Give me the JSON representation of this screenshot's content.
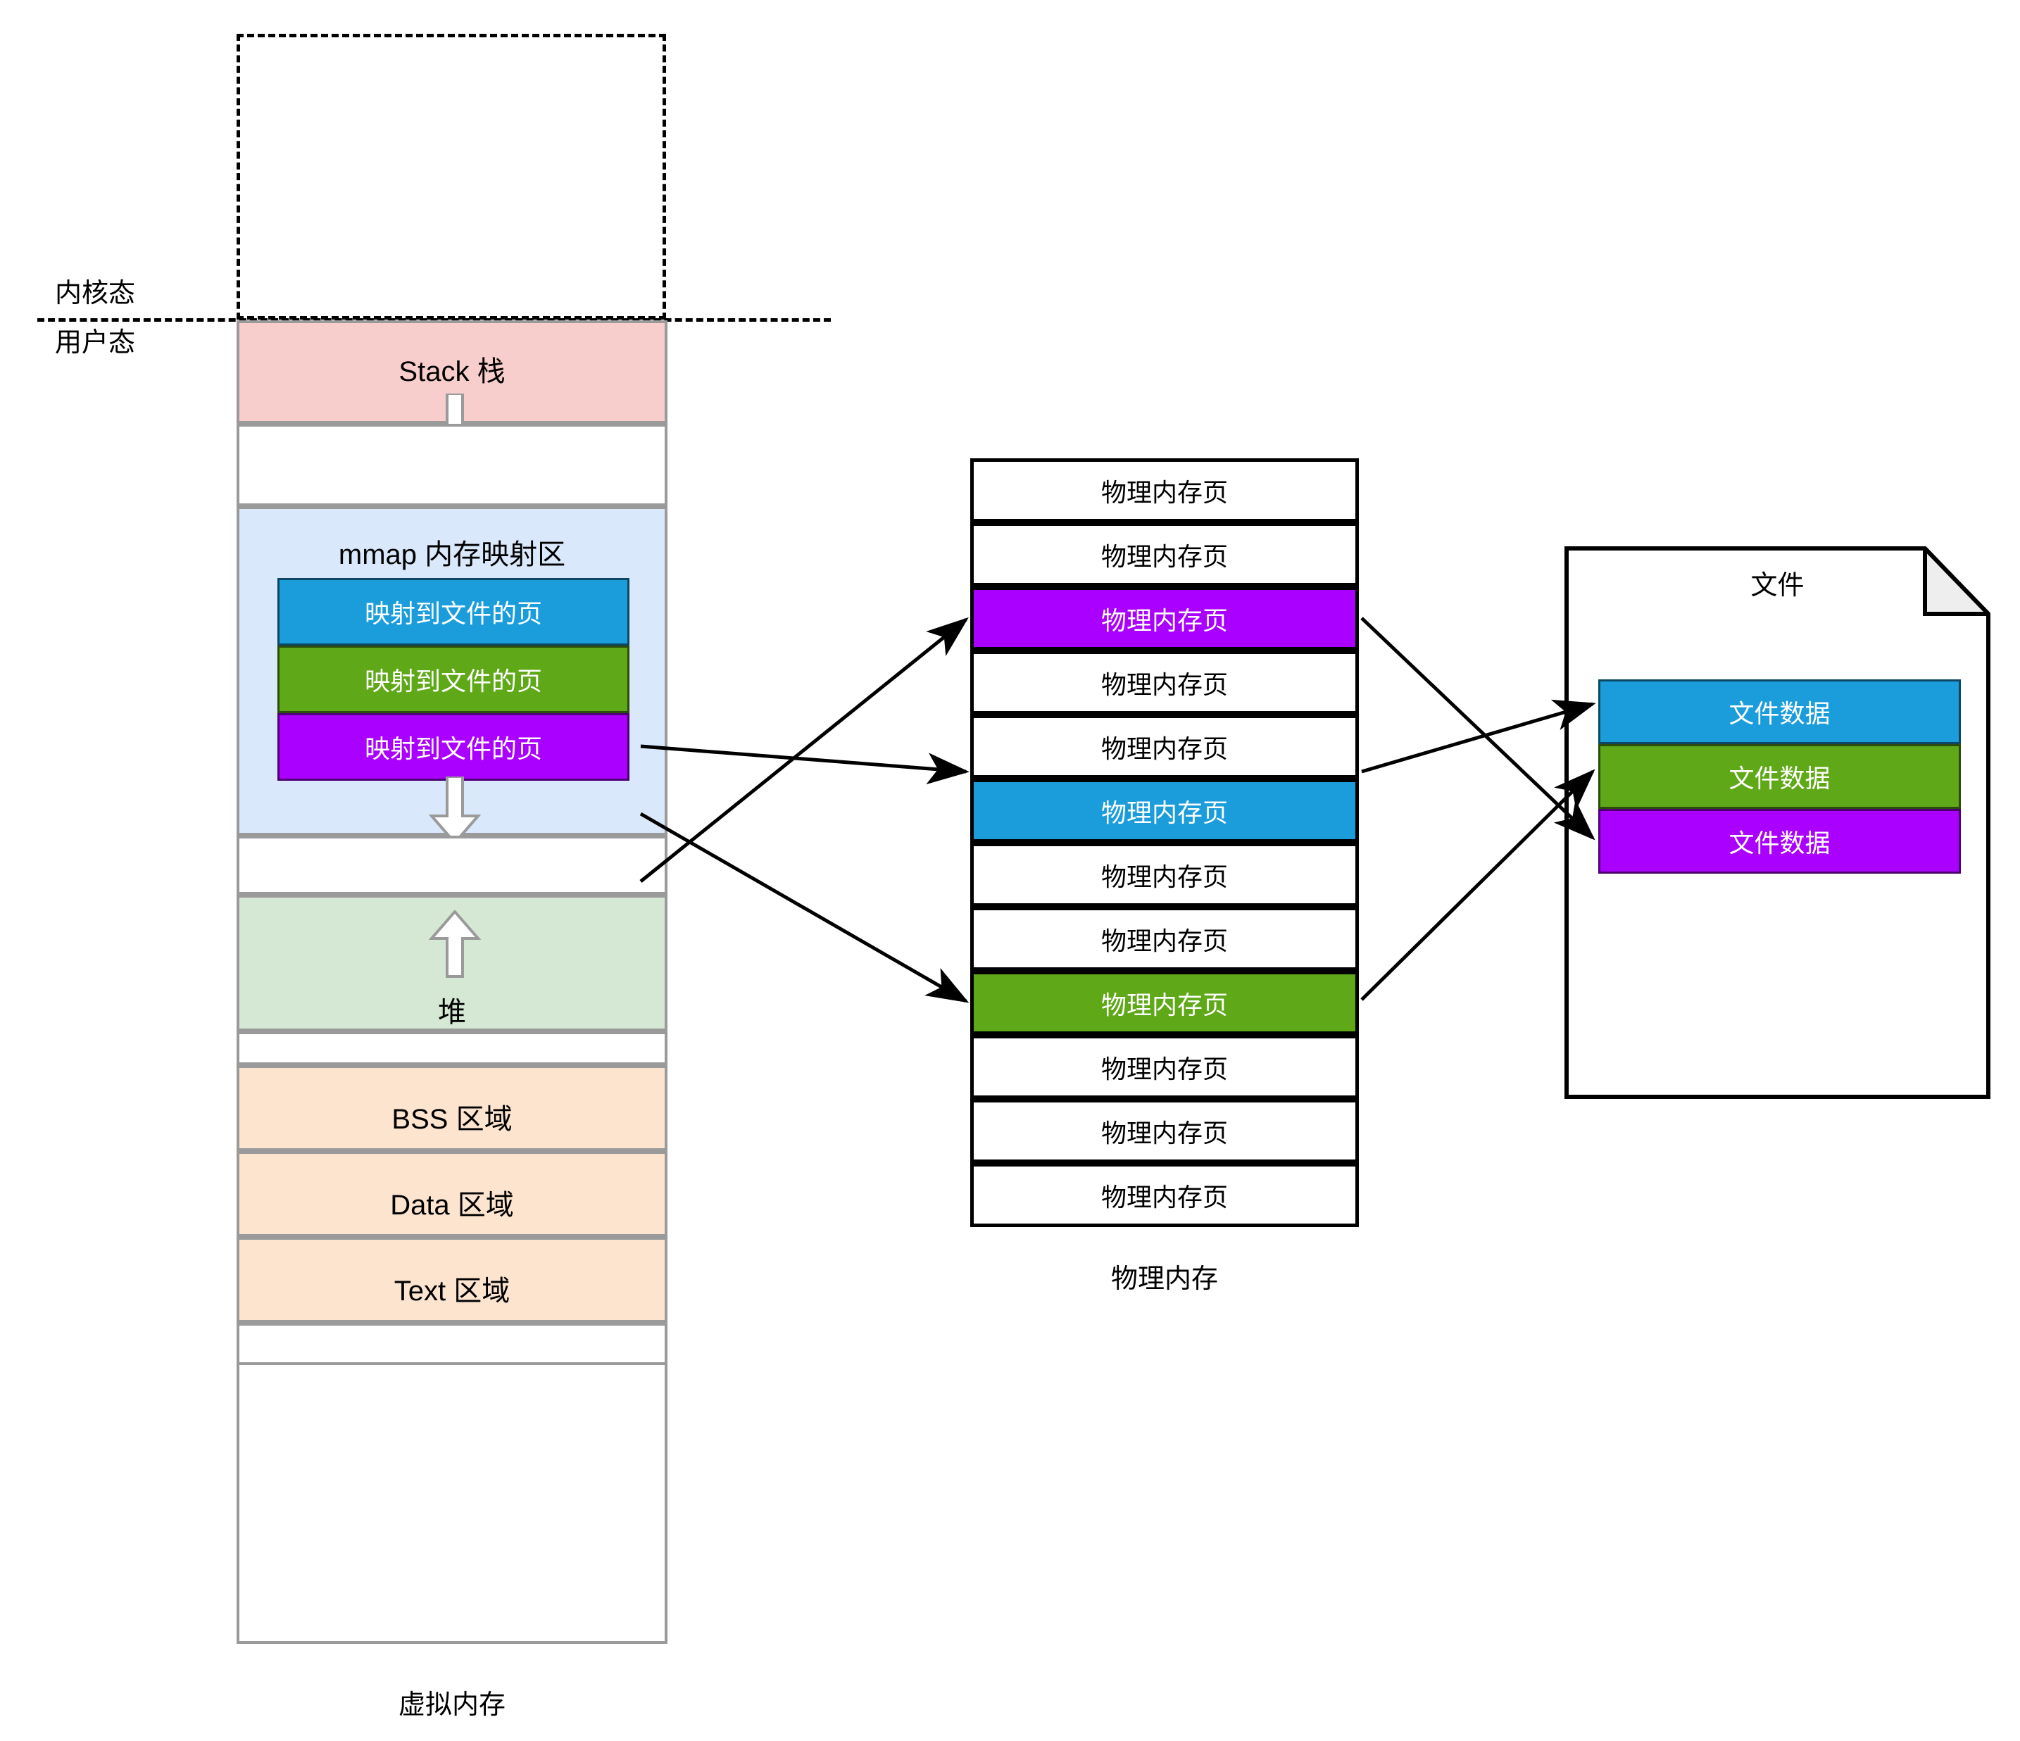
{
  "diagram": {
    "title_virtual_memory": "虚拟内存",
    "title_physical_memory": "物理内存",
    "title_file": "文件"
  },
  "mode_labels": {
    "kernel": "内核态",
    "user": "用户态"
  },
  "virtual_memory": {
    "caption": "虚拟内存",
    "segments": [
      {
        "label": "Stack 栈",
        "kind": "stack",
        "color": "#f8cecc"
      },
      {
        "label": "",
        "kind": "gap",
        "color": "#ffffff"
      },
      {
        "label": "mmap 内存映射区",
        "kind": "mmap",
        "color": "#dae8fc"
      },
      {
        "label": "",
        "kind": "gap",
        "color": "#ffffff"
      },
      {
        "label": "堆",
        "kind": "heap",
        "color": "#d5e8d4"
      },
      {
        "label": "",
        "kind": "gap",
        "color": "#ffffff"
      },
      {
        "label": "BSS 区域",
        "kind": "bss",
        "color": "#fce4cf"
      },
      {
        "label": "Data 区域",
        "kind": "data",
        "color": "#fce4cf"
      },
      {
        "label": "Text 区域",
        "kind": "text",
        "color": "#fce4cf"
      },
      {
        "label": "",
        "kind": "gap",
        "color": "#ffffff"
      }
    ],
    "mapped_pages": [
      {
        "label": "映射到文件的页",
        "color": "#1b9ddb"
      },
      {
        "label": "映射到文件的页",
        "color": "#5fa818"
      },
      {
        "label": "映射到文件的页",
        "color": "#aa00ff"
      }
    ],
    "arrow_down_stack": "down-arrow",
    "arrow_down_mmap": "down-arrow",
    "arrow_up_heap": "up-arrow"
  },
  "physical_memory": {
    "caption": "物理内存",
    "rows": [
      {
        "label": "物理内存页",
        "color": "#ffffff",
        "highlight": false
      },
      {
        "label": "物理内存页",
        "color": "#ffffff",
        "highlight": false
      },
      {
        "label": "物理内存页",
        "color": "#aa00ff",
        "highlight": true
      },
      {
        "label": "物理内存页",
        "color": "#ffffff",
        "highlight": false
      },
      {
        "label": "物理内存页",
        "color": "#ffffff",
        "highlight": false
      },
      {
        "label": "物理内存页",
        "color": "#1b9ddb",
        "highlight": true
      },
      {
        "label": "物理内存页",
        "color": "#ffffff",
        "highlight": false
      },
      {
        "label": "物理内存页",
        "color": "#ffffff",
        "highlight": false
      },
      {
        "label": "物理内存页",
        "color": "#5fa818",
        "highlight": true
      },
      {
        "label": "物理内存页",
        "color": "#ffffff",
        "highlight": false
      },
      {
        "label": "物理内存页",
        "color": "#ffffff",
        "highlight": false
      },
      {
        "label": "物理内存页",
        "color": "#ffffff",
        "highlight": false
      }
    ]
  },
  "file": {
    "title": "文件",
    "blocks": [
      {
        "label": "文件数据",
        "color": "#1b9ddb"
      },
      {
        "label": "文件数据",
        "color": "#5fa818"
      },
      {
        "label": "文件数据",
        "color": "#aa00ff"
      }
    ]
  },
  "connections": {
    "vm_to_pm": [
      {
        "from": "mapped-page-blue",
        "to": "pm-row-6-blue"
      },
      {
        "from": "mapped-page-green",
        "to": "pm-row-9-green"
      },
      {
        "from": "mapped-page-purple",
        "to": "pm-row-3-purple"
      }
    ],
    "pm_to_file": [
      {
        "from": "pm-row-3-purple",
        "to": "file-block-purple"
      },
      {
        "from": "pm-row-6-blue",
        "to": "file-block-blue"
      },
      {
        "from": "pm-row-9-green",
        "to": "file-block-green"
      }
    ]
  },
  "colors": {
    "blue": "#1b9ddb",
    "green": "#5fa818",
    "purple": "#aa00ff",
    "stack_pink": "#f8cecc",
    "mmap_blue": "#dae8fc",
    "heap_green": "#d5e8d4",
    "segment_orange": "#fce4cf",
    "segment_border": "#9a9a9a",
    "outline_black": "#000000",
    "fold_gray": "#eeeeee"
  }
}
